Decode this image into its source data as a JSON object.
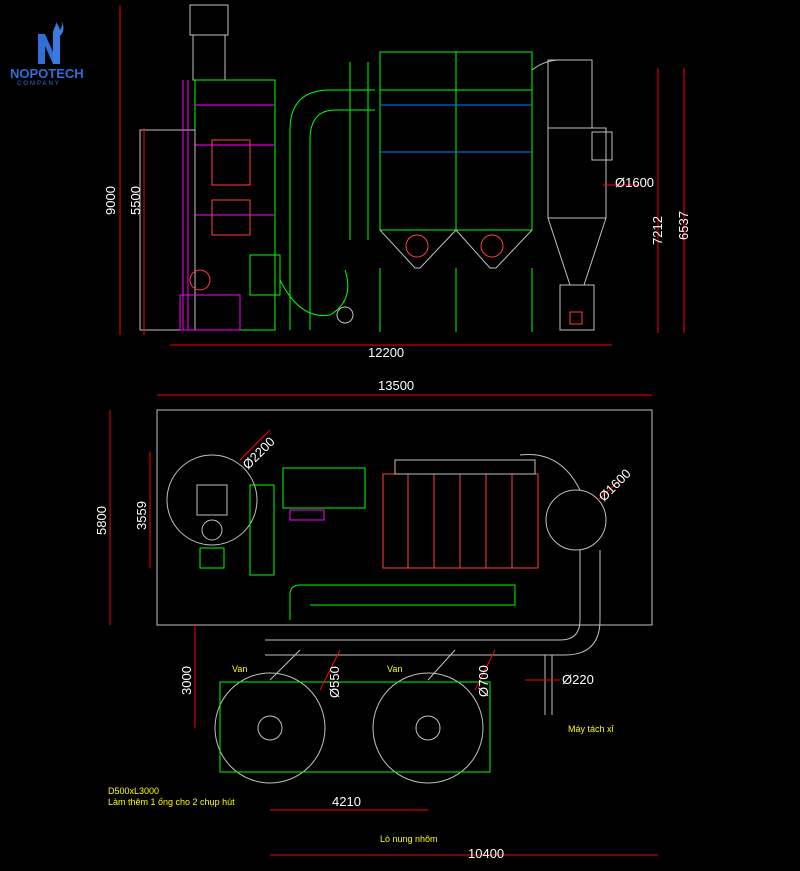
{
  "logo": {
    "name": "NOPOTECH",
    "subtitle": "COMPANY"
  },
  "elevation": {
    "dims": {
      "d9000": "9000",
      "d5500": "5500",
      "d7212": "7212",
      "d6537": "6537",
      "d12200": "12200",
      "dia1600": "Ø1600"
    }
  },
  "plan": {
    "dims": {
      "d13500": "13500",
      "d5800": "5800",
      "d3559": "3559",
      "dia2200": "Ø2200",
      "dia1600": "Ø1600",
      "d3000": "3000",
      "dia550": "Ø550",
      "dia700": "Ø700",
      "dia220": "Ø220",
      "d4210": "4210",
      "d10400": "10400"
    },
    "labels": {
      "van1": "Van",
      "van2": "Van",
      "slag": "Máy tách xỉ",
      "pipe_spec": "D500xL3000",
      "pipe_note": "Làm thêm 1 ống cho 2 chụp hút",
      "furnace": "Lò nung nhôm"
    }
  }
}
